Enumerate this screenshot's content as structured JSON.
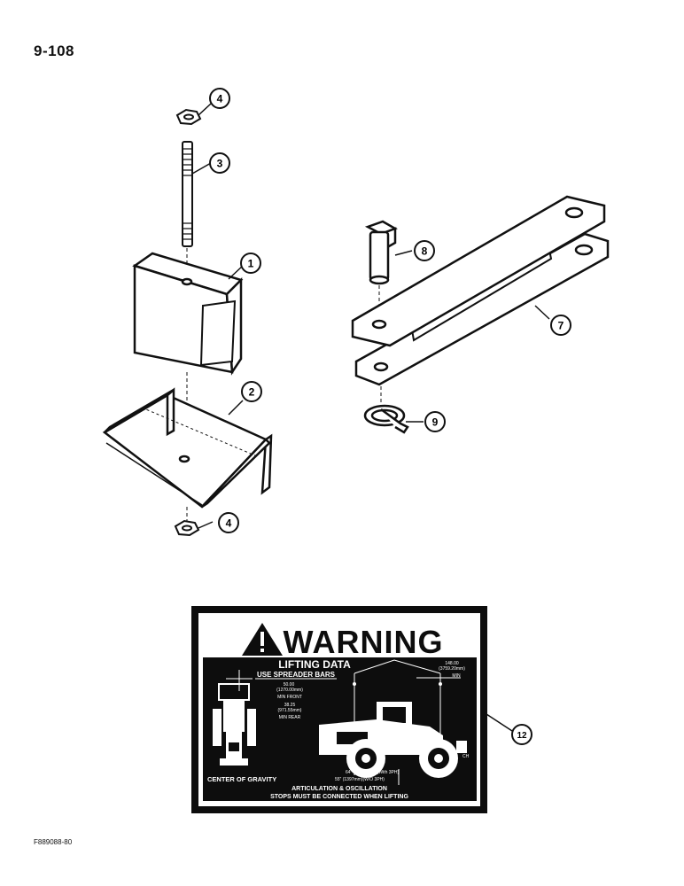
{
  "page_number": "9-108",
  "figure_code": "F889088-80",
  "callouts": [
    "4",
    "3",
    "1",
    "2",
    "4",
    "8",
    "7",
    "9",
    "12"
  ],
  "decal": {
    "warning_title": "WARNING",
    "lifting_title": "LIFTING DATA",
    "spreader_note": "USE SPREADER BARS",
    "dim_top": "148.00",
    "dim_top_mm": "(3759.20mm)",
    "dim_top_min": "MIN",
    "front_dim": "50.00",
    "front_dim_mm": "(1270.00mm)",
    "front_label": "MIN FRONT",
    "rear_dim": "38.25",
    "rear_dim_mm": "(971.55mm)",
    "rear_label": "MIN REAR",
    "cg_line1": "64\" (1625.6mm)(With 3PH)",
    "cg_label": "CENTER OF GRAVITY",
    "cg_line2": "55\" (1397mm)(W/O 3PH)",
    "cg_mark": "CH",
    "articulation_line": "ARTICULATION & OSCILLATION",
    "stops_line": "STOPS MUST BE CONNECTED WHEN LIFTING"
  },
  "colors": {
    "ink": "#111111",
    "decal_bg": "#0d0d0d",
    "paper": "#ffffff"
  }
}
